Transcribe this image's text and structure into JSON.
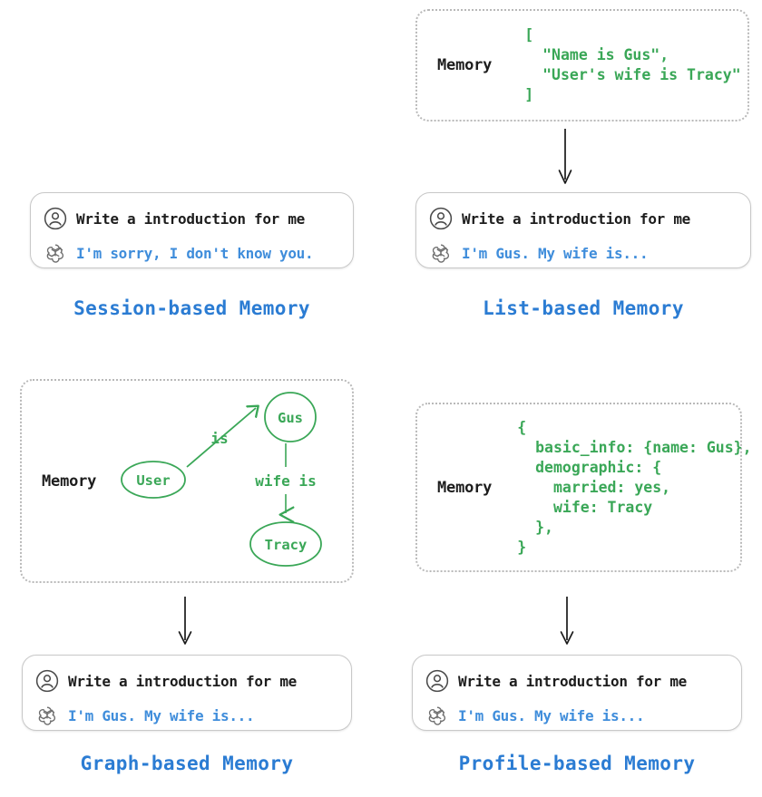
{
  "quadrants": [
    {
      "id": "session",
      "caption": "Session-based Memory",
      "memory": null,
      "chat": {
        "user_icon": "user-circle-icon",
        "user_text": "Write a introduction for me",
        "bot_icon": "openai-logo-icon",
        "bot_text": "I'm sorry, I don't know you."
      }
    },
    {
      "id": "list",
      "caption": "List-based Memory",
      "memory": {
        "label": "Memory",
        "code": "[\n  \"Name is Gus\",\n  \"User's wife is Tracy\"\n]"
      },
      "chat": {
        "user_icon": "user-circle-icon",
        "user_text": "Write a introduction for me",
        "bot_icon": "openai-logo-icon",
        "bot_text": "I'm Gus. My wife is..."
      }
    },
    {
      "id": "graph",
      "caption": "Graph-based Memory",
      "memory": {
        "label": "Memory",
        "graph": {
          "nodes": [
            {
              "id": "user",
              "label": "User",
              "shape": "ellipse"
            },
            {
              "id": "gus",
              "label": "Gus",
              "shape": "circle"
            },
            {
              "id": "tracy",
              "label": "Tracy",
              "shape": "ellipse"
            }
          ],
          "edges": [
            {
              "from": "user",
              "to": "gus",
              "label": "is"
            },
            {
              "from": "gus",
              "to": "tracy",
              "label": "wife is"
            }
          ]
        }
      },
      "chat": {
        "user_icon": "user-circle-icon",
        "user_text": "Write a introduction for me",
        "bot_icon": "openai-logo-icon",
        "bot_text": "I'm Gus. My wife is..."
      }
    },
    {
      "id": "profile",
      "caption": "Profile-based Memory",
      "memory": {
        "label": "Memory",
        "code": "{\n  basic_info: {name: Gus},\n  demographic: {\n    married: yes,\n    wife: Tracy\n  },\n}"
      },
      "chat": {
        "user_icon": "user-circle-icon",
        "user_text": "Write a introduction for me",
        "bot_icon": "openai-logo-icon",
        "bot_text": "I'm Gus. My wife is..."
      }
    }
  ],
  "watermark": {
    "text": ""
  },
  "colors": {
    "code_green": "#3aa757",
    "bot_blue": "#3f8ddb",
    "caption_blue": "#2b7cd3",
    "box_border": "#b9b9b9",
    "bubble_border": "#c8c8c8",
    "arrow_black": "#1a1a1a"
  }
}
